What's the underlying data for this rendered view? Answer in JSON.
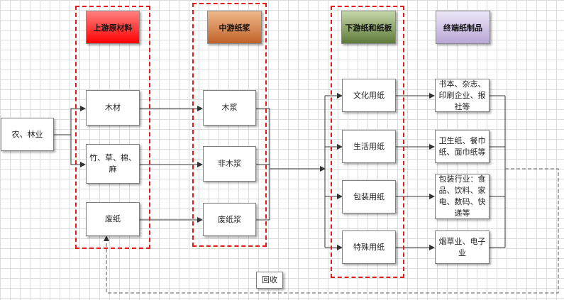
{
  "headers": {
    "upstream": "上游原材料",
    "midstream": "中游纸浆",
    "downstream": "下游纸和纸板",
    "terminal": "终端纸制品"
  },
  "source": "农、林业",
  "raw_materials": [
    "木材",
    "竹、草、棉、麻",
    "废纸"
  ],
  "pulps": [
    "木浆",
    "非木浆",
    "废纸浆"
  ],
  "papers": [
    "文化用纸",
    "生活用纸",
    "包装用纸",
    "特殊用纸"
  ],
  "products": [
    "书本、杂志、印刷企业、报社等",
    "卫生纸、餐巾纸、面巾纸等",
    "包装行业：食品、饮料、家电、数码、快递等",
    "烟草业、电子业"
  ],
  "recycle_label": "回收",
  "colors": {
    "upstream": "#ff0000",
    "midstream": "#c0622a",
    "downstream": "#5f7a3a",
    "terminal": "#b8a6d6",
    "dashed_frame": "#e31a1a"
  }
}
